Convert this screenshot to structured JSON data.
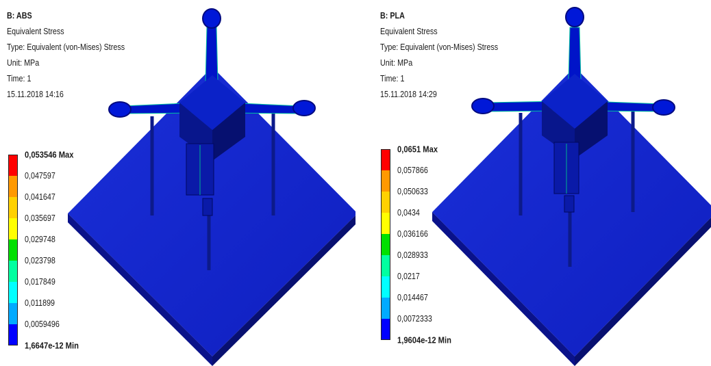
{
  "panels": [
    {
      "title": "B: ABS",
      "result": "Equivalent Stress",
      "type": "Type: Equivalent (von-Mises) Stress",
      "unit": "Unit: MPa",
      "time": "Time: 1",
      "timestamp": "15.11.2018 14:16",
      "legend": {
        "max": "0,053546 Max",
        "levels": [
          "0,047597",
          "0,041647",
          "0,035697",
          "0,029748",
          "0,023798",
          "0,017849",
          "0,011899",
          "0,0059496"
        ],
        "min": "1,6647e-12 Min"
      }
    },
    {
      "title": "B: PLA",
      "result": "Equivalent Stress",
      "type": "Type: Equivalent (von-Mises) Stress",
      "unit": "Unit: MPa",
      "time": "Time: 1",
      "timestamp": "15.11.2018 14:29",
      "legend": {
        "max": "0,0651 Max",
        "levels": [
          "0,057866",
          "0,050633",
          "0,0434",
          "0,036166",
          "0,028933",
          "0,0217",
          "0,014467",
          "0,0072333"
        ],
        "min": "1,9604e-12 Min"
      }
    }
  ],
  "legend_colors": [
    "#ff0000",
    "#ff9900",
    "#ffd100",
    "#ffff00",
    "#00e000",
    "#00ffa0",
    "#00ffff",
    "#00aaff",
    "#0000ff"
  ],
  "model_color": "#0000ff"
}
